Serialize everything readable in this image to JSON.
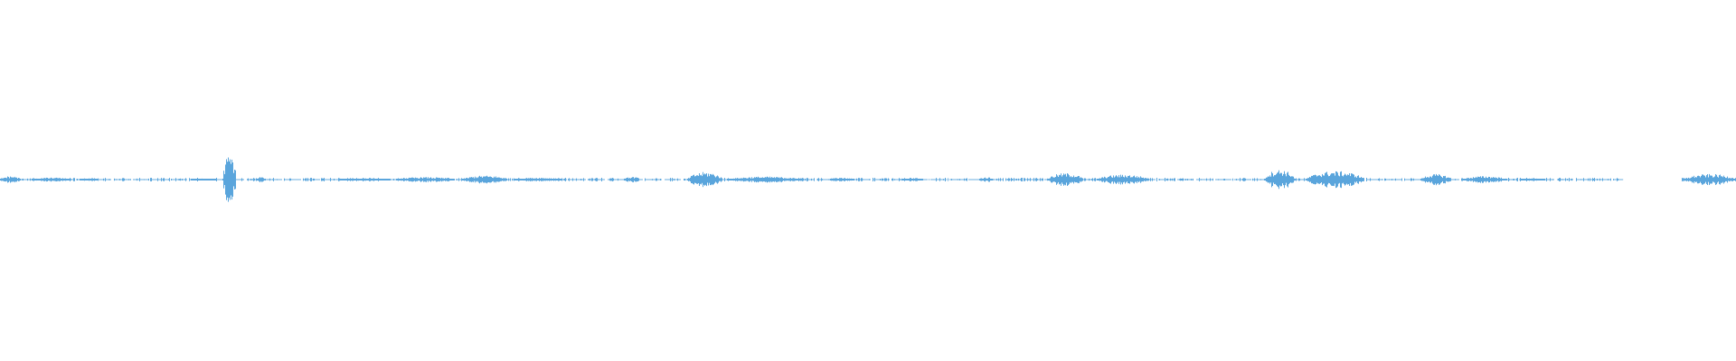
{
  "waveform": {
    "color": "#5aa5dc",
    "description_visible_text": "",
    "bursts": [
      {
        "start": 0.0,
        "end": 0.012,
        "amp": 0.14
      },
      {
        "start": 0.018,
        "end": 0.04,
        "amp": 0.08
      },
      {
        "start": 0.046,
        "end": 0.056,
        "amp": 0.05
      },
      {
        "start": 0.11,
        "end": 0.125,
        "amp": 0.04
      },
      {
        "start": 0.128,
        "end": 0.136,
        "amp": 1.0
      },
      {
        "start": 0.148,
        "end": 0.152,
        "amp": 0.12
      },
      {
        "start": 0.195,
        "end": 0.225,
        "amp": 0.05
      },
      {
        "start": 0.228,
        "end": 0.262,
        "amp": 0.1
      },
      {
        "start": 0.266,
        "end": 0.292,
        "amp": 0.16
      },
      {
        "start": 0.296,
        "end": 0.324,
        "amp": 0.08
      },
      {
        "start": 0.36,
        "end": 0.368,
        "amp": 0.12
      },
      {
        "start": 0.396,
        "end": 0.416,
        "amp": 0.3
      },
      {
        "start": 0.419,
        "end": 0.462,
        "amp": 0.12
      },
      {
        "start": 0.478,
        "end": 0.492,
        "amp": 0.07
      },
      {
        "start": 0.52,
        "end": 0.532,
        "amp": 0.06
      },
      {
        "start": 0.564,
        "end": 0.572,
        "amp": 0.1
      },
      {
        "start": 0.603,
        "end": 0.624,
        "amp": 0.26
      },
      {
        "start": 0.632,
        "end": 0.662,
        "amp": 0.2
      },
      {
        "start": 0.728,
        "end": 0.746,
        "amp": 0.4
      },
      {
        "start": 0.752,
        "end": 0.786,
        "amp": 0.34
      },
      {
        "start": 0.818,
        "end": 0.836,
        "amp": 0.22
      },
      {
        "start": 0.842,
        "end": 0.868,
        "amp": 0.14
      },
      {
        "start": 0.876,
        "end": 0.89,
        "amp": 0.05
      },
      {
        "start": 0.97,
        "end": 1.0,
        "amp": 0.22
      }
    ],
    "thin_gaps": [
      {
        "start": 0.935,
        "end": 0.968
      }
    ]
  }
}
